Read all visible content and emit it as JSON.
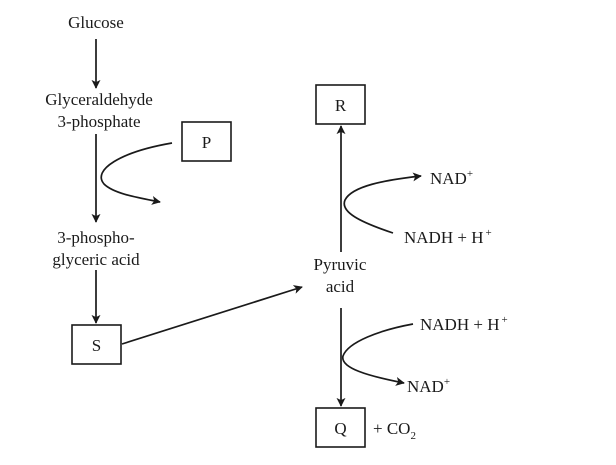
{
  "diagram": {
    "title": "Glycolysis and fate of pyruvic acid",
    "nodes": {
      "glucose": "Glucose",
      "g3p_line1": "Glyceraldehyde",
      "g3p_line2": "3-phosphate",
      "pga_line1": "3-phospho-",
      "pga_line2": "glyceric acid",
      "pyruvic_line1": "Pyruvic",
      "pyruvic_line2": "acid",
      "box_p": "P",
      "box_s": "S",
      "box_r": "R",
      "box_q": "Q"
    },
    "cofactors": {
      "upper_product_base": "NAD",
      "upper_product_sup": "+",
      "upper_reactant_base": "NADH + H",
      "upper_reactant_sup": "+",
      "lower_reactant_base": "NADH + H",
      "lower_reactant_sup": "+",
      "lower_product_base": "NAD",
      "lower_product_sup": "+",
      "co2_prefix": "+ CO",
      "co2_sub": "2"
    },
    "edges": [
      {
        "from": "Glucose",
        "to": "Glyceraldehyde 3-phosphate"
      },
      {
        "from": "Glyceraldehyde 3-phosphate",
        "to": "3-phosphoglyceric acid",
        "side_input": "P"
      },
      {
        "from": "3-phosphoglyceric acid",
        "to": "S"
      },
      {
        "from": "S",
        "to": "Pyruvic acid"
      },
      {
        "from": "Pyruvic acid",
        "to": "R",
        "cofactor_in": "NADH + H+",
        "cofactor_out": "NAD+"
      },
      {
        "from": "Pyruvic acid",
        "to": "Q + CO2",
        "cofactor_in": "NADH + H+",
        "cofactor_out": "NAD+"
      }
    ]
  }
}
